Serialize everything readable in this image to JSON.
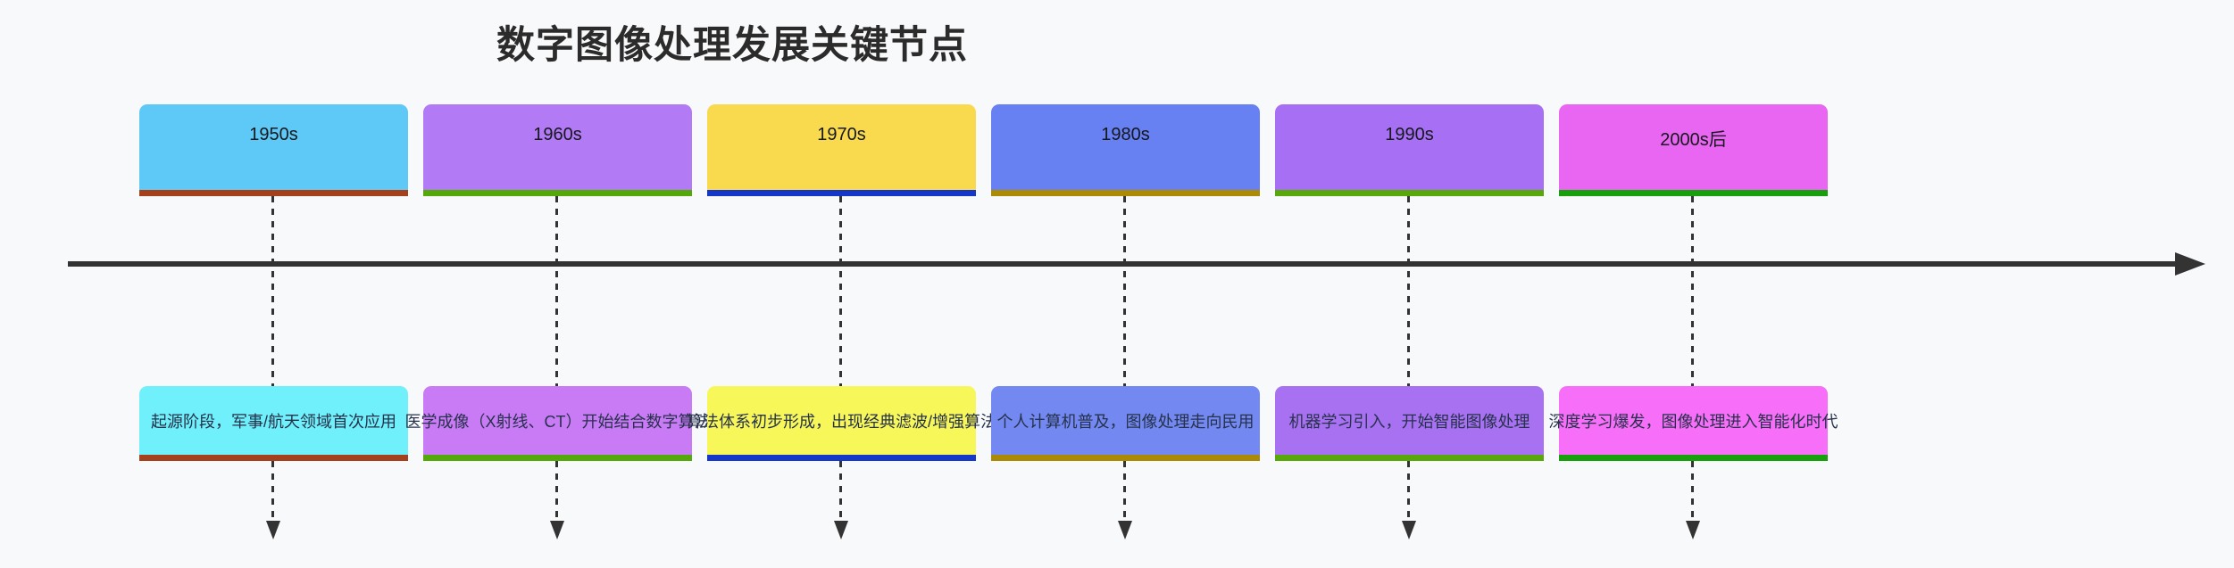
{
  "title": "数字图像处理发展关键节点",
  "timeline": {
    "periods": [
      {
        "label": "1950s",
        "event": "起源阶段，军事/航天领域首次应用",
        "period_color": "#5ec8f7",
        "event_color": "#70f0fa",
        "accent_color": "#a5401c"
      },
      {
        "label": "1960s",
        "event": "医学成像（X射线、CT）开始结合数字算法",
        "period_color": "#b27af5",
        "event_color": "#c97af5",
        "accent_color": "#55a80a"
      },
      {
        "label": "1970s",
        "event": "算法体系初步形成，出现经典滤波/增强算法",
        "period_color": "#f9da4f",
        "event_color": "#f8f75a",
        "accent_color": "#1538c8"
      },
      {
        "label": "1980s",
        "event": "个人计算机普及，图像处理走向民用",
        "period_color": "#6780f2",
        "event_color": "#7388f0",
        "accent_color": "#ab8b05"
      },
      {
        "label": "1990s",
        "event": "机器学习引入，开始智能图像处理",
        "period_color": "#a770f4",
        "event_color": "#a871f2",
        "accent_color": "#58a80c"
      },
      {
        "label": "2000s后",
        "event": "深度学习爆发，图像处理进入智能化时代",
        "period_color": "#e866f2",
        "event_color": "#f76ef8",
        "accent_color": "#18a00c"
      }
    ]
  },
  "colors": {
    "background": "#f8f9fb",
    "title_text": "#2b2b2b",
    "period_text": "#15181c",
    "event_text": "#26324b",
    "axis": "#333333"
  }
}
